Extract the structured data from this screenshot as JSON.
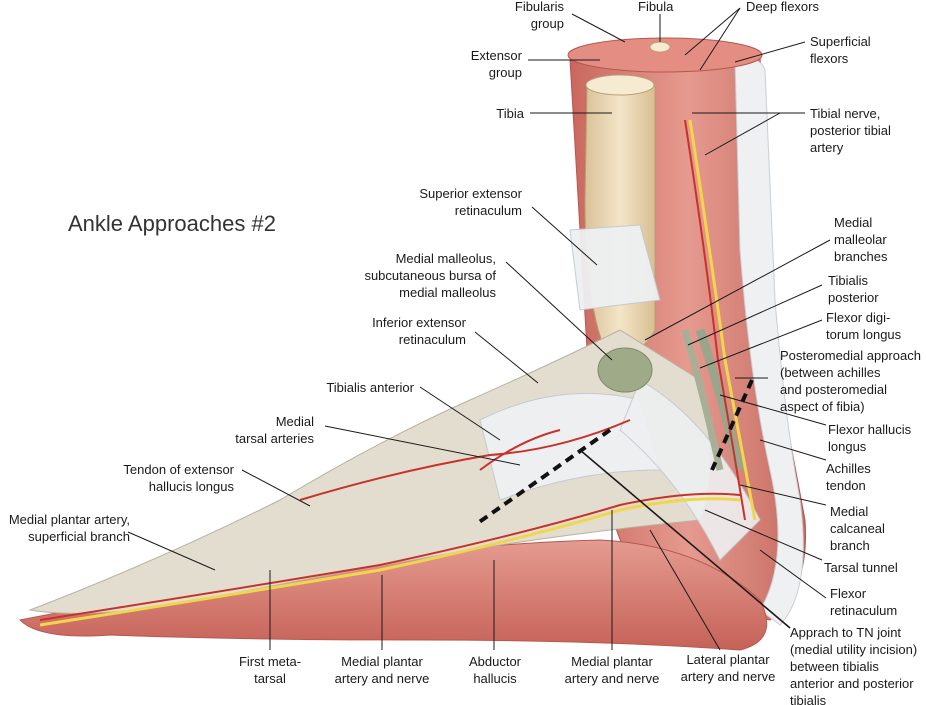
{
  "title": "Ankle Approaches #2",
  "labels": {
    "fibularis_group": "Fibularis\ngroup",
    "fibula": "Fibula",
    "deep_flexors": "Deep flexors",
    "superficial_flexors": "Superficial\nflexors",
    "extensor_group": "Extensor\ngroup",
    "tibia": "Tibia",
    "tibial_nerve": "Tibial nerve,\nposterior tibial\nartery",
    "superior_extensor_retinaculum": "Superior extensor\nretinaculum",
    "medial_malleolar_branches": "Medial\nmalleolar\nbranches",
    "medial_malleolus": "Medial malleolus,\nsubcutaneous bursa of\nmedial malleolus",
    "tibialis_posterior": "Tibialis\nposterior",
    "inferior_extensor_retinaculum": "Inferior extensor\nretinaculum",
    "flexor_digitorum_longus": "Flexor digi-\ntorum longus",
    "posteromedial_approach": "Posteromedial approach\n(between achilles\nand posteromedial\naspect of fibia)",
    "tibialis_anterior": "Tibialis anterior",
    "flexor_hallucis_longus": "Flexor hallucis\nlongus",
    "medial_tarsal_arteries": "Medial\ntarsal arteries",
    "achilles_tendon": "Achilles\ntendon",
    "tendon_ehl": "Tendon of extensor\nhallucis longus",
    "medial_calcaneal_branch": "Medial\ncalcaneal\nbranch",
    "medial_plantar_artery_superficial": "Medial plantar artery,\nsuperficial branch",
    "tarsal_tunnel": "Tarsal tunnel",
    "flexor_retinaculum": "Flexor\nretinaculum",
    "first_metatarsal": "First meta-\ntarsal",
    "medial_plantar_artery_nerve_1": "Medial plantar\nartery and nerve",
    "abductor_hallucis": "Abductor\nhallucis",
    "medial_plantar_artery_nerve_2": "Medial plantar\nartery and nerve",
    "lateral_plantar_artery_nerve": "Lateral plantar\nartery and nerve",
    "approach_tn_joint": "Apprach to TN joint\n(medial utility incision)\nbetween tibialis\n anterior and posterior\ntibialis"
  },
  "colors": {
    "muscle": "#d9837a",
    "bone": "#ecd9b4",
    "retinaculum": "#eef0f2",
    "artery": "#c8322c",
    "nerve": "#f0d64a",
    "tendon_sheath": "#9aa58c",
    "incision_line": "#111111"
  }
}
